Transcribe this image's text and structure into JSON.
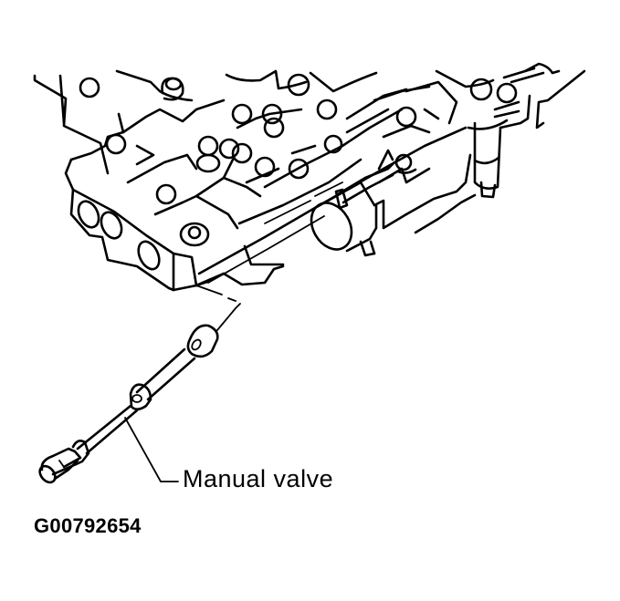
{
  "figure": {
    "subject": "Transmission valve body with manual valve removed",
    "callouts": [
      {
        "label": "Manual valve",
        "target": "manual-valve"
      }
    ],
    "figure_id": "G00792654",
    "colors": {
      "line": "#000000",
      "background": "#ffffff"
    }
  }
}
